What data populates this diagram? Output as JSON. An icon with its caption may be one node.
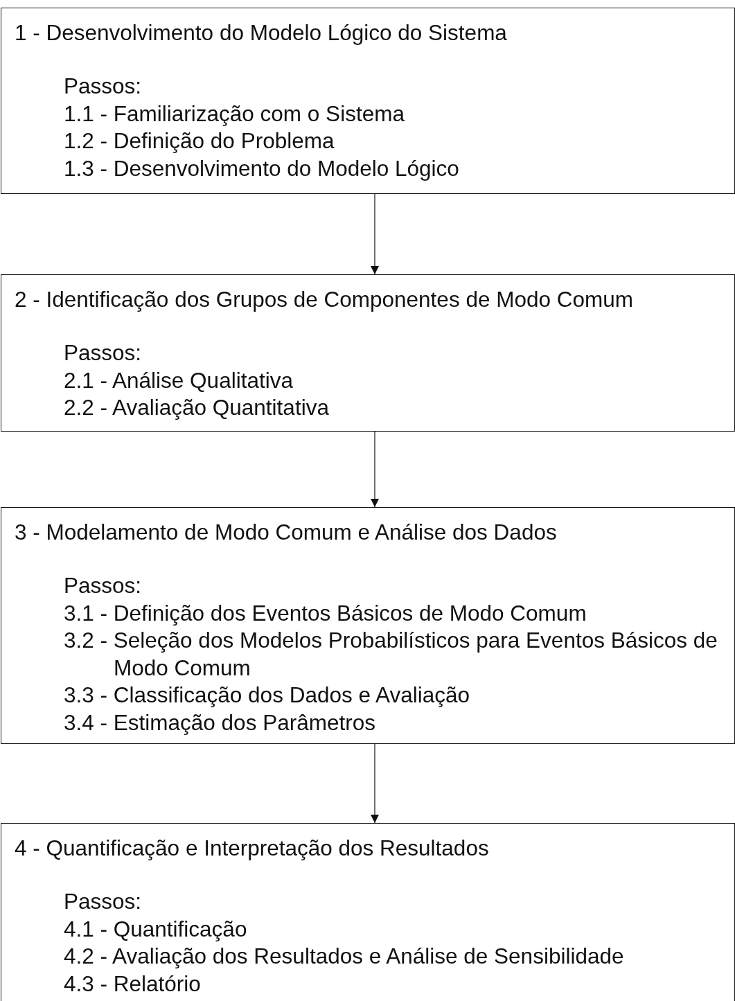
{
  "diagram": {
    "nodes": [
      {
        "text": [
          "1 - Desenvolvimento do Modelo Lógico do Sistema",
          "Passos:",
          "1.1 - Familiarização com o Sistema",
          "1.2 - Definição do Problema",
          "1.3 - Desenvolvimento do Modelo Lógico"
        ]
      },
      {
        "text": [
          "2 - Identificação dos Grupos de Componentes de Modo Comum",
          "Passos:",
          "2.1 - Análise Qualitativa",
          "2.2 - Avaliação Quantitativa"
        ]
      },
      {
        "text": [
          "3 - Modelamento de Modo Comum e Análise dos Dados",
          "Passos:",
          "3.1 - Definição dos Eventos Básicos de Modo Comum",
          "3.2 - Seleção dos Modelos Probabilísticos para Eventos Básicos de Modo Comum",
          "3.3 - Classificação dos Dados e Avaliação",
          "3.4 - Estimação dos Parâmetros"
        ]
      },
      {
        "text": [
          "4 - Quantificação e Interpretação dos Resultados",
          "Passos:",
          "4.1 - Quantificação",
          "4.2 - Avaliação dos Resultados e Análise de Sensibilidade",
          "4.3 - Relatório"
        ]
      }
    ],
    "edges": [
      {
        "from": 0,
        "to": 1,
        "arrow": "to"
      },
      {
        "from": 1,
        "to": 2,
        "arrow": "to"
      },
      {
        "from": 2,
        "to": 3,
        "arrow": "to"
      }
    ]
  }
}
